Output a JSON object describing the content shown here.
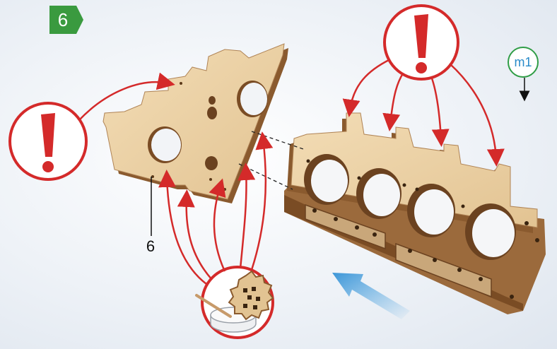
{
  "step": {
    "number": "6",
    "color": "#3a9a3f"
  },
  "module_badge": {
    "label": "m1",
    "ring_color": "#2f9d46",
    "text_color": "#2a8bc9"
  },
  "part_callout": {
    "label": "6"
  },
  "colors": {
    "wood_face": "#ecd3a8",
    "wood_edge": "#8a5a2e",
    "warning_red": "#d42a2a",
    "arrow_blue": "#4aa3e0"
  },
  "icons": [
    "warning-icon",
    "glue-icon",
    "gear-part-icon",
    "push-direction-arrow-icon"
  ]
}
